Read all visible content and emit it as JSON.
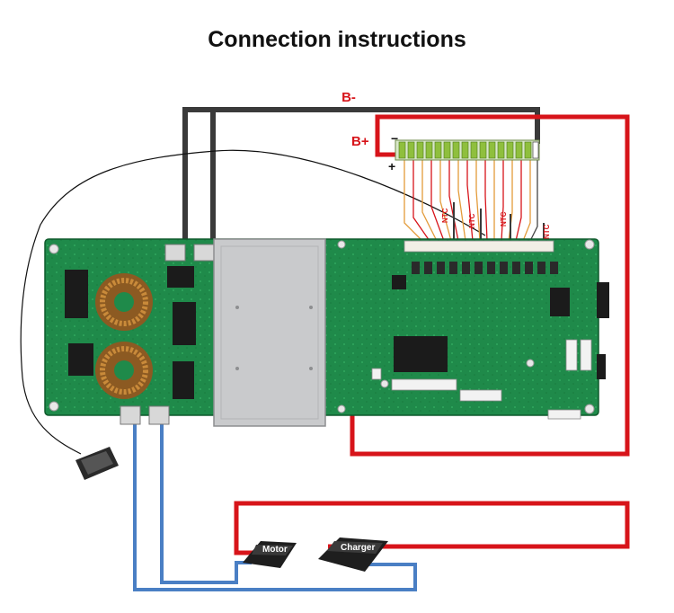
{
  "title": "Connection instructions",
  "labels": {
    "b_minus": "B-",
    "b_plus": "B+",
    "minus_sign": "−",
    "plus_sign": "+",
    "ntc_1": "NTC",
    "ntc_2": "NTC",
    "ntc_3": "NTC",
    "ntc_4": "NTC",
    "motor": "Motor",
    "charger": "Charger"
  },
  "colors": {
    "red_wire": "#d7141a",
    "black_wire": "#3a3a3a",
    "blue_wire": "#4a7fc4",
    "pcb_green": "#1f8a4a",
    "heatsink": "#c9cacc"
  },
  "icons": {
    "cell_strip": "battery-cell-strip-icon",
    "pcb": "bms-board-icon",
    "sensor": "temperature-sensor-icon",
    "motor": "motor-block-icon",
    "charger": "charger-block-icon"
  }
}
